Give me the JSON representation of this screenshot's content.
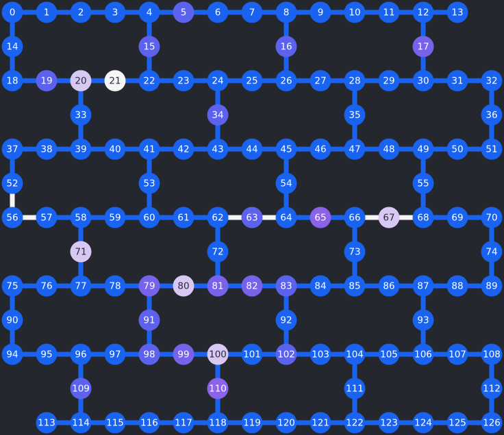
{
  "diagram": {
    "background": "#24282e",
    "colors": {
      "node_default": "#1a62f0",
      "node_light": "#d7c8f4",
      "node_white": "#f6f6f6",
      "node_purple": "#8b62ea",
      "node_indigo": "#5c62ee",
      "node_violet": "#7762ec",
      "edge_default": "#1a62f0",
      "edge_highlight": "#f5f5f5",
      "text_light": "#ffffff",
      "text_dark": "#2a2a3a"
    },
    "nodes": [
      {
        "id": "0"
      },
      {
        "id": "1"
      },
      {
        "id": "2"
      },
      {
        "id": "3"
      },
      {
        "id": "4"
      },
      {
        "id": "5",
        "fill": "indigo"
      },
      {
        "id": "6"
      },
      {
        "id": "7"
      },
      {
        "id": "8"
      },
      {
        "id": "9"
      },
      {
        "id": "10"
      },
      {
        "id": "11"
      },
      {
        "id": "12"
      },
      {
        "id": "13"
      },
      {
        "id": "14"
      },
      {
        "id": "15",
        "fill": "indigo"
      },
      {
        "id": "16",
        "fill": "indigo"
      },
      {
        "id": "17",
        "fill": "violet"
      },
      {
        "id": "18"
      },
      {
        "id": "19",
        "fill": "indigo"
      },
      {
        "id": "20",
        "fill": "light"
      },
      {
        "id": "21",
        "fill": "white"
      },
      {
        "id": "22"
      },
      {
        "id": "23"
      },
      {
        "id": "24"
      },
      {
        "id": "25"
      },
      {
        "id": "26"
      },
      {
        "id": "27"
      },
      {
        "id": "28"
      },
      {
        "id": "29"
      },
      {
        "id": "30"
      },
      {
        "id": "31"
      },
      {
        "id": "32"
      },
      {
        "id": "33"
      },
      {
        "id": "34",
        "fill": "indigo"
      },
      {
        "id": "35"
      },
      {
        "id": "36"
      },
      {
        "id": "37"
      },
      {
        "id": "38"
      },
      {
        "id": "39"
      },
      {
        "id": "40"
      },
      {
        "id": "41"
      },
      {
        "id": "42"
      },
      {
        "id": "43"
      },
      {
        "id": "44"
      },
      {
        "id": "45"
      },
      {
        "id": "46"
      },
      {
        "id": "47"
      },
      {
        "id": "48"
      },
      {
        "id": "49"
      },
      {
        "id": "50"
      },
      {
        "id": "51"
      },
      {
        "id": "52"
      },
      {
        "id": "53"
      },
      {
        "id": "54"
      },
      {
        "id": "55"
      },
      {
        "id": "56"
      },
      {
        "id": "57"
      },
      {
        "id": "58"
      },
      {
        "id": "59"
      },
      {
        "id": "60"
      },
      {
        "id": "61"
      },
      {
        "id": "62"
      },
      {
        "id": "63",
        "fill": "indigo"
      },
      {
        "id": "64"
      },
      {
        "id": "65",
        "fill": "purple"
      },
      {
        "id": "66"
      },
      {
        "id": "67",
        "fill": "light"
      },
      {
        "id": "68"
      },
      {
        "id": "69"
      },
      {
        "id": "70"
      },
      {
        "id": "71",
        "fill": "light"
      },
      {
        "id": "72"
      },
      {
        "id": "73"
      },
      {
        "id": "74"
      },
      {
        "id": "75"
      },
      {
        "id": "76"
      },
      {
        "id": "77"
      },
      {
        "id": "78"
      },
      {
        "id": "79",
        "fill": "violet"
      },
      {
        "id": "80",
        "fill": "light"
      },
      {
        "id": "81",
        "fill": "violet"
      },
      {
        "id": "82",
        "fill": "violet"
      },
      {
        "id": "83",
        "fill": "indigo"
      },
      {
        "id": "84"
      },
      {
        "id": "85"
      },
      {
        "id": "86"
      },
      {
        "id": "87"
      },
      {
        "id": "88"
      },
      {
        "id": "89"
      },
      {
        "id": "90"
      },
      {
        "id": "91",
        "fill": "indigo"
      },
      {
        "id": "92"
      },
      {
        "id": "93"
      },
      {
        "id": "94"
      },
      {
        "id": "95"
      },
      {
        "id": "96"
      },
      {
        "id": "97"
      },
      {
        "id": "98",
        "fill": "indigo"
      },
      {
        "id": "99",
        "fill": "violet"
      },
      {
        "id": "100",
        "fill": "light"
      },
      {
        "id": "101"
      },
      {
        "id": "102",
        "fill": "indigo"
      },
      {
        "id": "103"
      },
      {
        "id": "104"
      },
      {
        "id": "105"
      },
      {
        "id": "106"
      },
      {
        "id": "107"
      },
      {
        "id": "108"
      },
      {
        "id": "109",
        "fill": "indigo"
      },
      {
        "id": "110",
        "fill": "purple"
      },
      {
        "id": "111"
      },
      {
        "id": "112"
      },
      {
        "id": "113"
      },
      {
        "id": "114"
      },
      {
        "id": "115"
      },
      {
        "id": "116"
      },
      {
        "id": "117"
      },
      {
        "id": "118"
      },
      {
        "id": "119"
      },
      {
        "id": "120"
      },
      {
        "id": "121"
      },
      {
        "id": "122"
      },
      {
        "id": "123"
      },
      {
        "id": "124"
      },
      {
        "id": "125"
      },
      {
        "id": "126"
      }
    ],
    "edges": [
      [
        "0",
        "1"
      ],
      [
        "1",
        "2"
      ],
      [
        "2",
        "3"
      ],
      [
        "3",
        "4"
      ],
      [
        "4",
        "5"
      ],
      [
        "5",
        "6"
      ],
      [
        "6",
        "7"
      ],
      [
        "7",
        "8"
      ],
      [
        "8",
        "9"
      ],
      [
        "9",
        "10"
      ],
      [
        "10",
        "11"
      ],
      [
        "11",
        "12"
      ],
      [
        "12",
        "13"
      ],
      [
        "0",
        "14"
      ],
      [
        "14",
        "18"
      ],
      [
        "4",
        "15"
      ],
      [
        "15",
        "22"
      ],
      [
        "8",
        "16"
      ],
      [
        "16",
        "26"
      ],
      [
        "12",
        "17"
      ],
      [
        "17",
        "30"
      ],
      [
        "18",
        "19"
      ],
      [
        "19",
        "20"
      ],
      [
        "20",
        "21"
      ],
      [
        "21",
        "22"
      ],
      [
        "22",
        "23"
      ],
      [
        "23",
        "24"
      ],
      [
        "24",
        "25"
      ],
      [
        "25",
        "26"
      ],
      [
        "26",
        "27"
      ],
      [
        "27",
        "28"
      ],
      [
        "28",
        "29"
      ],
      [
        "29",
        "30"
      ],
      [
        "30",
        "31"
      ],
      [
        "31",
        "32"
      ],
      [
        "20",
        "33"
      ],
      [
        "33",
        "39"
      ],
      [
        "24",
        "34"
      ],
      [
        "34",
        "43"
      ],
      [
        "28",
        "35"
      ],
      [
        "35",
        "47"
      ],
      [
        "32",
        "36"
      ],
      [
        "36",
        "51"
      ],
      [
        "37",
        "38"
      ],
      [
        "38",
        "39"
      ],
      [
        "39",
        "40"
      ],
      [
        "40",
        "41"
      ],
      [
        "41",
        "42"
      ],
      [
        "42",
        "43"
      ],
      [
        "43",
        "44"
      ],
      [
        "44",
        "45"
      ],
      [
        "45",
        "46"
      ],
      [
        "46",
        "47"
      ],
      [
        "47",
        "48"
      ],
      [
        "48",
        "49"
      ],
      [
        "49",
        "50"
      ],
      [
        "50",
        "51"
      ],
      [
        "37",
        "52"
      ],
      [
        "52",
        "56",
        "hl"
      ],
      [
        "41",
        "53"
      ],
      [
        "53",
        "60"
      ],
      [
        "45",
        "54"
      ],
      [
        "54",
        "64"
      ],
      [
        "49",
        "55"
      ],
      [
        "55",
        "68"
      ],
      [
        "56",
        "57",
        "hl"
      ],
      [
        "57",
        "58"
      ],
      [
        "58",
        "59"
      ],
      [
        "59",
        "60"
      ],
      [
        "60",
        "61"
      ],
      [
        "61",
        "62"
      ],
      [
        "62",
        "63",
        "hl"
      ],
      [
        "63",
        "64",
        "hl"
      ],
      [
        "64",
        "65"
      ],
      [
        "65",
        "66"
      ],
      [
        "66",
        "67",
        "hl"
      ],
      [
        "67",
        "68",
        "hl"
      ],
      [
        "68",
        "69"
      ],
      [
        "69",
        "70"
      ],
      [
        "58",
        "71"
      ],
      [
        "71",
        "77"
      ],
      [
        "62",
        "72"
      ],
      [
        "72",
        "81"
      ],
      [
        "66",
        "73"
      ],
      [
        "73",
        "85"
      ],
      [
        "70",
        "74"
      ],
      [
        "74",
        "89"
      ],
      [
        "75",
        "76"
      ],
      [
        "76",
        "77"
      ],
      [
        "77",
        "78"
      ],
      [
        "78",
        "79"
      ],
      [
        "79",
        "80"
      ],
      [
        "80",
        "81"
      ],
      [
        "81",
        "82"
      ],
      [
        "82",
        "83"
      ],
      [
        "83",
        "84"
      ],
      [
        "84",
        "85"
      ],
      [
        "85",
        "86"
      ],
      [
        "86",
        "87"
      ],
      [
        "87",
        "88"
      ],
      [
        "88",
        "89"
      ],
      [
        "75",
        "90"
      ],
      [
        "90",
        "94"
      ],
      [
        "79",
        "91"
      ],
      [
        "91",
        "98"
      ],
      [
        "83",
        "92"
      ],
      [
        "92",
        "102"
      ],
      [
        "87",
        "93"
      ],
      [
        "93",
        "106"
      ],
      [
        "94",
        "95"
      ],
      [
        "95",
        "96"
      ],
      [
        "96",
        "97"
      ],
      [
        "97",
        "98"
      ],
      [
        "98",
        "99"
      ],
      [
        "99",
        "100"
      ],
      [
        "100",
        "101"
      ],
      [
        "101",
        "102"
      ],
      [
        "102",
        "103"
      ],
      [
        "103",
        "104"
      ],
      [
        "104",
        "105"
      ],
      [
        "105",
        "106"
      ],
      [
        "106",
        "107"
      ],
      [
        "107",
        "108"
      ],
      [
        "96",
        "109"
      ],
      [
        "109",
        "114"
      ],
      [
        "100",
        "110"
      ],
      [
        "110",
        "118"
      ],
      [
        "104",
        "111"
      ],
      [
        "111",
        "122"
      ],
      [
        "108",
        "112"
      ],
      [
        "112",
        "126"
      ],
      [
        "113",
        "114"
      ],
      [
        "114",
        "115"
      ],
      [
        "115",
        "116"
      ],
      [
        "116",
        "117"
      ],
      [
        "117",
        "118"
      ],
      [
        "118",
        "119"
      ],
      [
        "119",
        "120"
      ],
      [
        "120",
        "121"
      ],
      [
        "121",
        "122"
      ],
      [
        "122",
        "123"
      ],
      [
        "123",
        "124"
      ],
      [
        "124",
        "125"
      ],
      [
        "125",
        "126"
      ]
    ]
  }
}
